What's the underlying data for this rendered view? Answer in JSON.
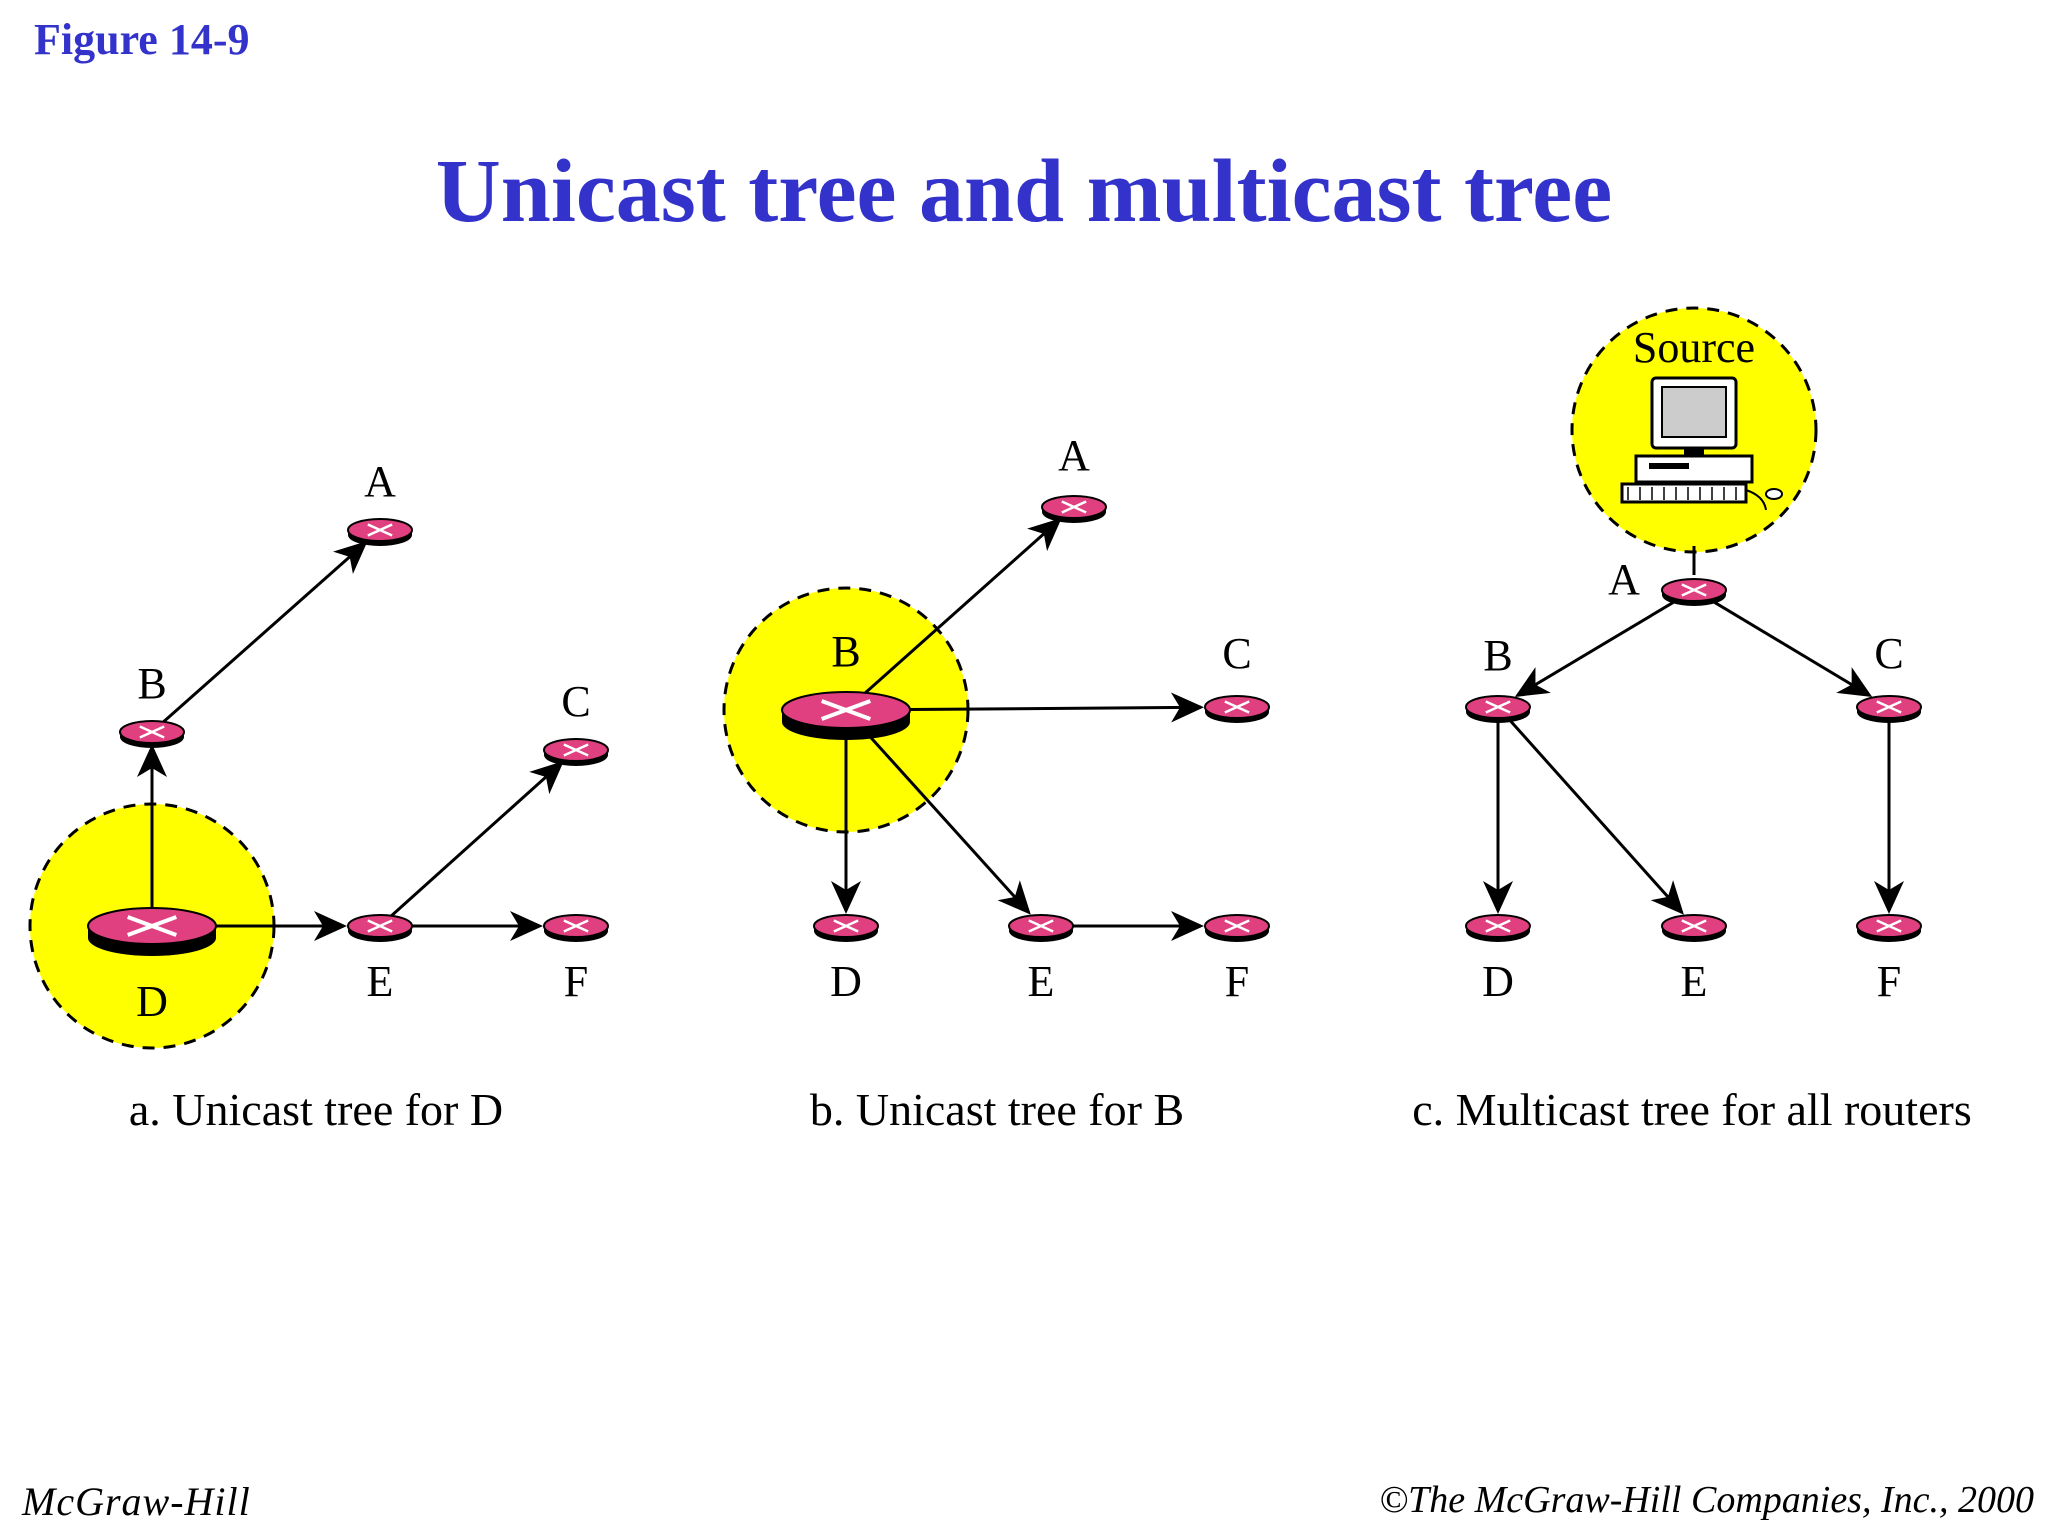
{
  "figure_label": "Figure 14-9",
  "title": "Unicast tree and multicast tree",
  "source_label": "Source",
  "panels": [
    {
      "caption": "a. Unicast tree for D",
      "highlight": "D",
      "nodes": [
        "A",
        "B",
        "C",
        "D",
        "E",
        "F"
      ],
      "edges": [
        [
          "D",
          "B"
        ],
        [
          "B",
          "A"
        ],
        [
          "D",
          "E"
        ],
        [
          "E",
          "C"
        ],
        [
          "E",
          "F"
        ]
      ]
    },
    {
      "caption": "b. Unicast tree for B",
      "highlight": "B",
      "nodes": [
        "A",
        "B",
        "C",
        "D",
        "E",
        "F"
      ],
      "edges": [
        [
          "B",
          "A"
        ],
        [
          "B",
          "C"
        ],
        [
          "B",
          "D"
        ],
        [
          "B",
          "E"
        ],
        [
          "E",
          "F"
        ]
      ]
    },
    {
      "caption": "c. Multicast tree for all routers",
      "highlight": "Source",
      "nodes": [
        "A",
        "B",
        "C",
        "D",
        "E",
        "F"
      ],
      "edges": [
        [
          "Source",
          "A"
        ],
        [
          "A",
          "B"
        ],
        [
          "A",
          "C"
        ],
        [
          "B",
          "D"
        ],
        [
          "B",
          "E"
        ],
        [
          "C",
          "F"
        ]
      ]
    }
  ],
  "footer": {
    "left": "McGraw-Hill",
    "right": "©The McGraw-Hill Companies, Inc., 2000"
  },
  "colors": {
    "title": "#3333cc",
    "router": "#e0407f",
    "highlight": "#ffff00"
  }
}
